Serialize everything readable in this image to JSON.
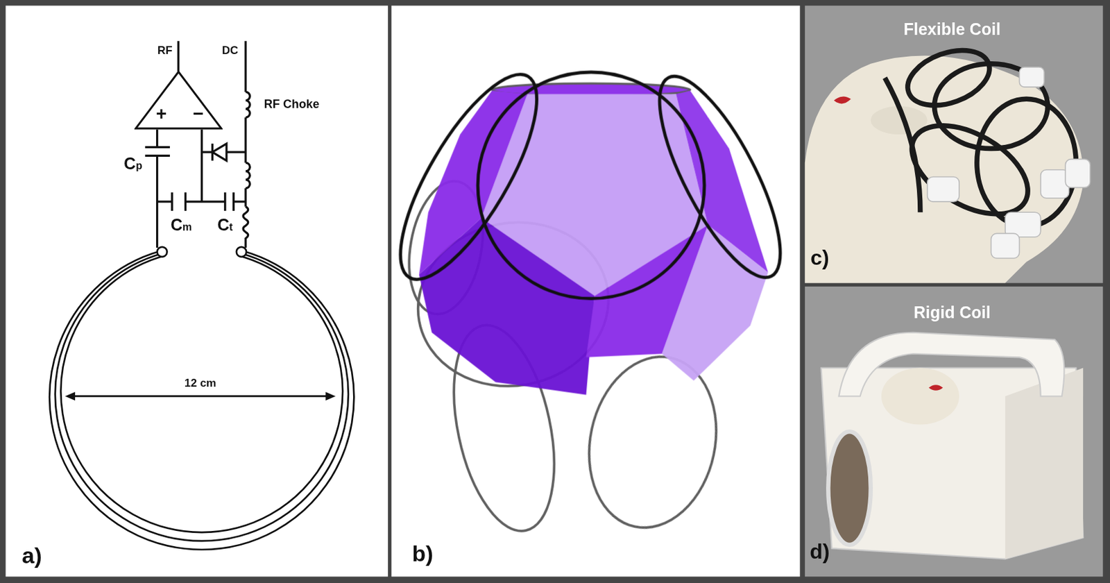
{
  "diagram": {
    "nodes": [
      {
        "text": [
          "+",
          "−"
        ]
      }
    ],
    "labels": [
      "RF",
      "DC",
      "RF Choke",
      "Cp",
      "Cm",
      "Ct",
      "12 cm",
      "a)",
      "b)",
      "Flexible Coil",
      "c)",
      "Rigid Coil",
      "d)"
    ]
  }
}
